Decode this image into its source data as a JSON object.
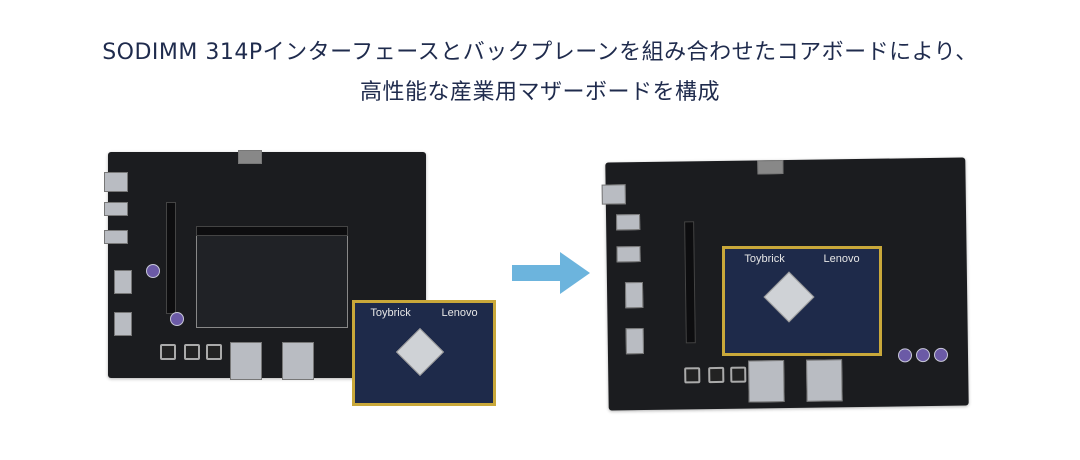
{
  "heading": {
    "line1": "SODIMM 314Pインターフェースとバックプレーンを組み合わせたコアボードにより、",
    "line2": "高性能な産業用マザーボードを構成"
  },
  "logos": {
    "brand1": "Toybrick",
    "brand2": "Lenovo"
  },
  "colors": {
    "title": "#1f2b4d",
    "arrow": "#6cb4dd",
    "pcb": "#1b1c1f",
    "module": "#1e2a4a"
  }
}
